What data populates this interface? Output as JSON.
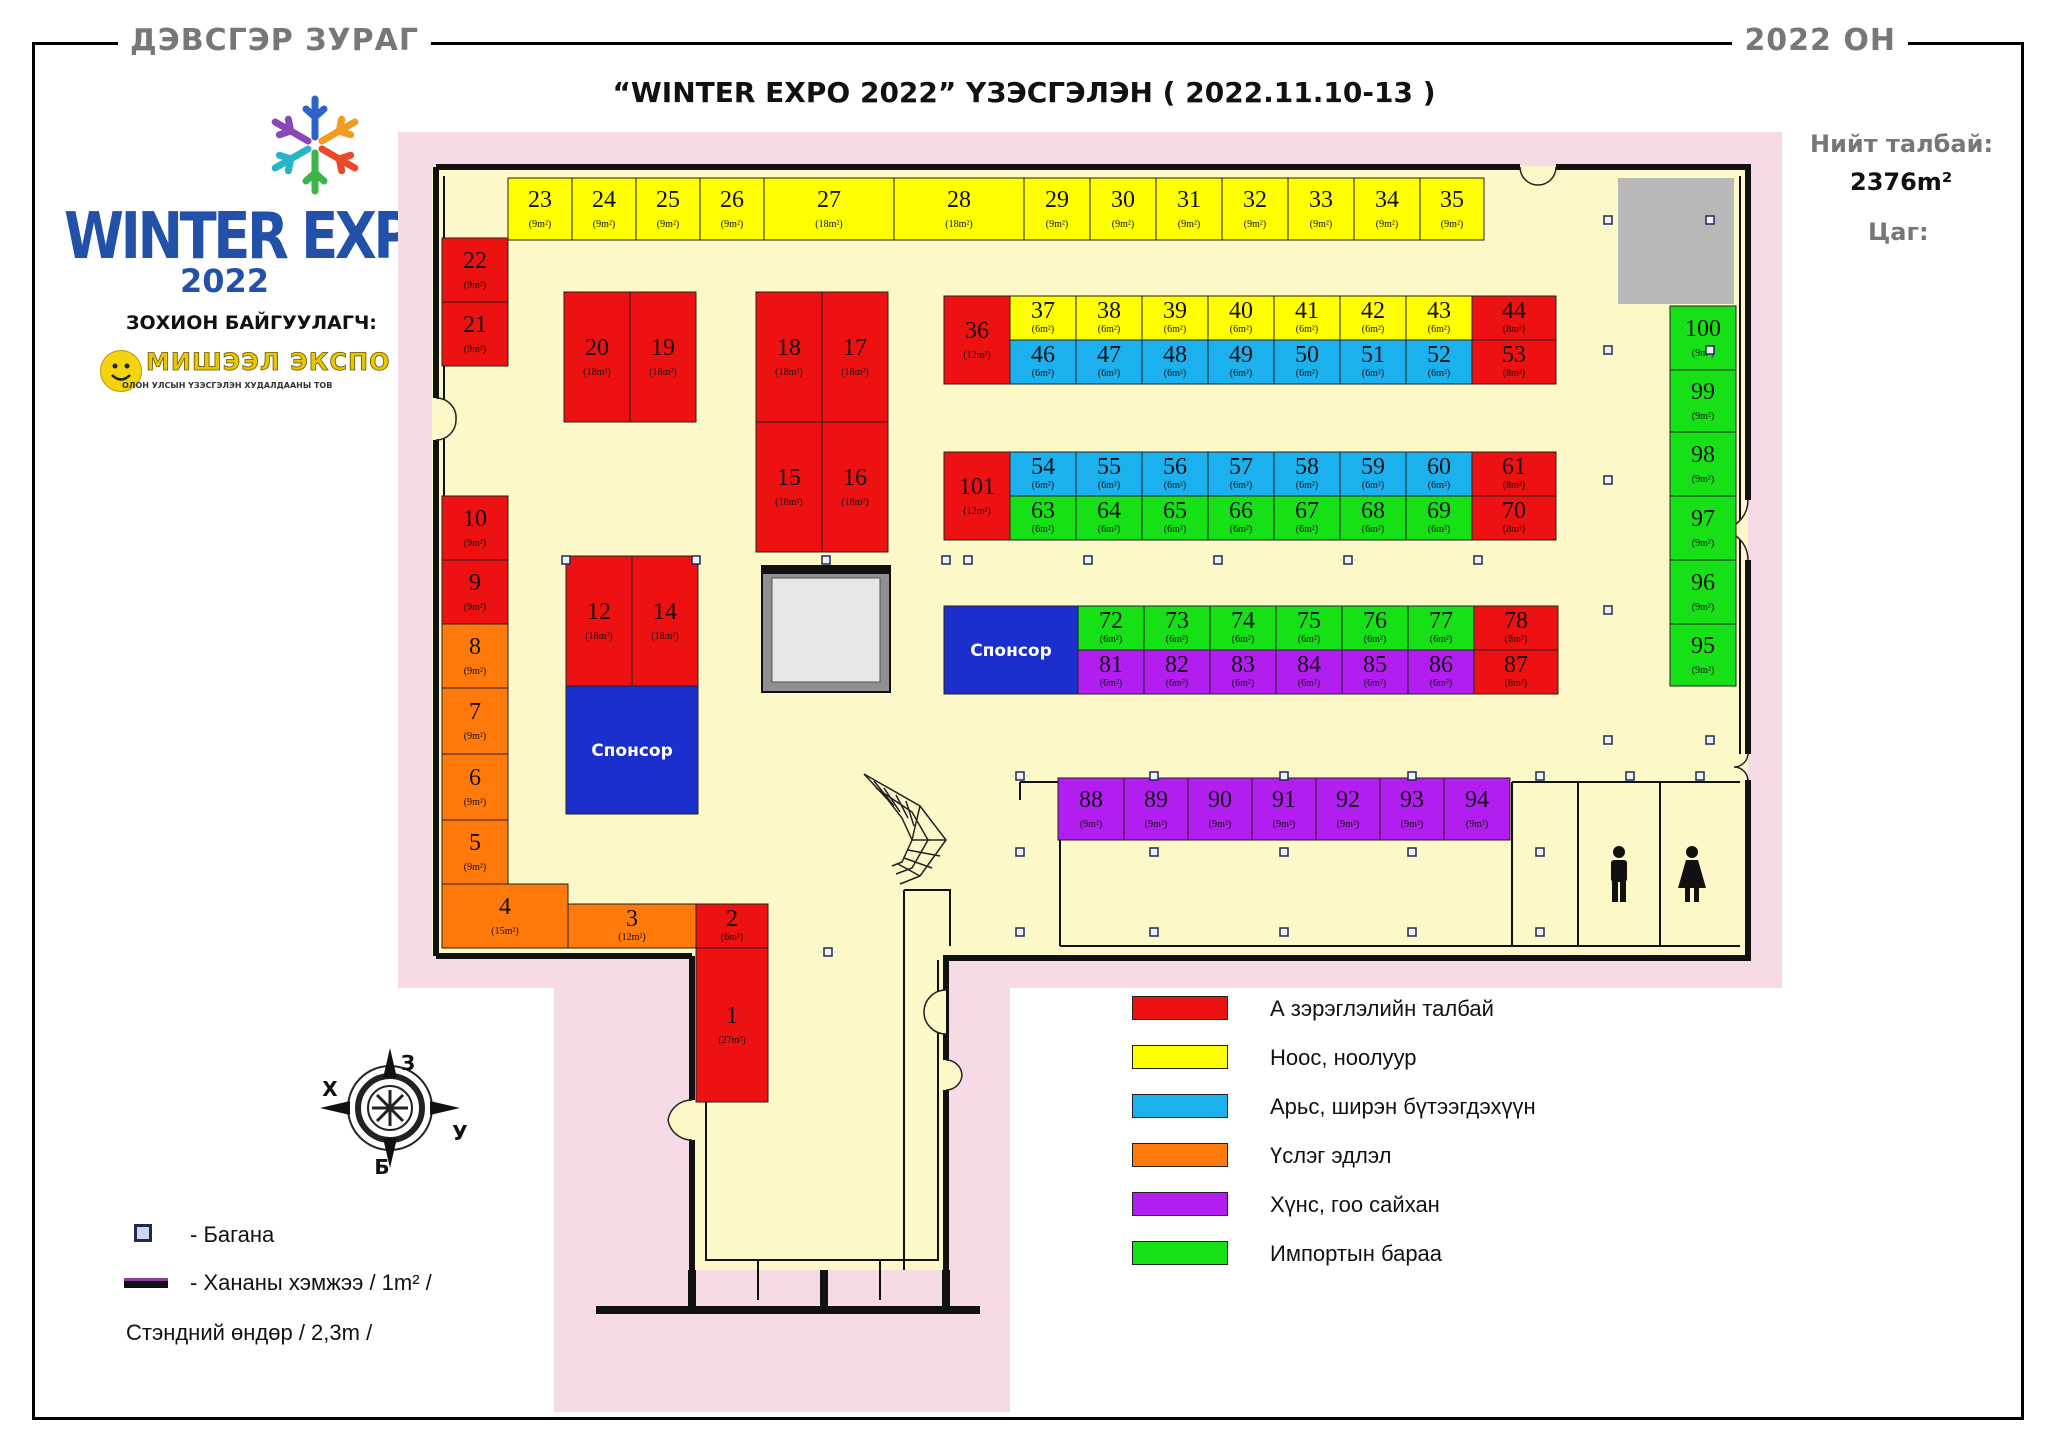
{
  "header": {
    "left_title": "ДЭВСГЭР ЗУРАГ",
    "right_title": "2022 ОН",
    "main_title": "“WINTER EXPO 2022”  ҮЗЭСГЭЛЭН ( 2022.11.10-13 )"
  },
  "logo": {
    "name": "snowflake-logo-icon",
    "word": "WINTER EXPO",
    "year": "2022"
  },
  "organizer": {
    "label": "ЗОХИОН БАЙГУУЛАГЧ:",
    "name": "МИШЭЭЛ ЭКСПО",
    "subtitle": "ОЛОН УЛСЫН ҮЗЭСГЭЛЭН ХУДАЛДААНЫ ТОВ",
    "icon": "smiley-icon"
  },
  "info": {
    "area_label": "Нийт талбай:",
    "area_value": "2376m²",
    "time_label": "Цаг:"
  },
  "categories": {
    "red": {
      "label": "А зэрэглэлийн талбай",
      "color": "#ee1111"
    },
    "yellow": {
      "label": "Ноос, ноолуур",
      "color": "#ffff00"
    },
    "blue": {
      "label": "Арьс, ширэн бүтээгдэхүүн",
      "color": "#1ab1ee"
    },
    "orange": {
      "label": "Үслэг эдлэл",
      "color": "#ff7a0a"
    },
    "purple": {
      "label": "Хүнс, гоо сайхан",
      "color": "#b31ef0"
    },
    "green": {
      "label": "Импортын бараа",
      "color": "#16e016"
    }
  },
  "legend_order": [
    "red",
    "yellow",
    "blue",
    "orange",
    "purple",
    "green"
  ],
  "sponsor_label": "Спонсор",
  "booths": [
    {
      "n": "1",
      "size": "(27m²)",
      "cat": "red"
    },
    {
      "n": "2",
      "size": "(6m²)",
      "cat": "red"
    },
    {
      "n": "3",
      "size": "(12m²)",
      "cat": "orange"
    },
    {
      "n": "4",
      "size": "(15m²)",
      "cat": "orange"
    },
    {
      "n": "5",
      "size": "(9m²)",
      "cat": "orange"
    },
    {
      "n": "6",
      "size": "(9m²)",
      "cat": "orange"
    },
    {
      "n": "7",
      "size": "(9m²)",
      "cat": "orange"
    },
    {
      "n": "8",
      "size": "(9m²)",
      "cat": "orange"
    },
    {
      "n": "9",
      "size": "(9m²)",
      "cat": "red"
    },
    {
      "n": "10",
      "size": "(9m²)",
      "cat": "red"
    },
    {
      "n": "12",
      "size": "(18m²)",
      "cat": "red"
    },
    {
      "n": "14",
      "size": "(18m²)",
      "cat": "red"
    },
    {
      "n": "15",
      "size": "(18m²)",
      "cat": "red"
    },
    {
      "n": "16",
      "size": "(18m²)",
      "cat": "red"
    },
    {
      "n": "17",
      "size": "(18m²)",
      "cat": "red"
    },
    {
      "n": "18",
      "size": "(18m²)",
      "cat": "red"
    },
    {
      "n": "19",
      "size": "(18m²)",
      "cat": "red"
    },
    {
      "n": "20",
      "size": "(18m²)",
      "cat": "red"
    },
    {
      "n": "21",
      "size": "(9m²)",
      "cat": "red"
    },
    {
      "n": "22",
      "size": "(9m²)",
      "cat": "red"
    },
    {
      "n": "23",
      "size": "(9m²)",
      "cat": "yellow"
    },
    {
      "n": "24",
      "size": "(9m²)",
      "cat": "yellow"
    },
    {
      "n": "25",
      "size": "(9m²)",
      "cat": "yellow"
    },
    {
      "n": "26",
      "size": "(9m²)",
      "cat": "yellow"
    },
    {
      "n": "27",
      "size": "(18m²)",
      "cat": "yellow"
    },
    {
      "n": "28",
      "size": "(18m²)",
      "cat": "yellow"
    },
    {
      "n": "29",
      "size": "(9m²)",
      "cat": "yellow"
    },
    {
      "n": "30",
      "size": "(9m²)",
      "cat": "yellow"
    },
    {
      "n": "31",
      "size": "(9m²)",
      "cat": "yellow"
    },
    {
      "n": "32",
      "size": "(9m²)",
      "cat": "yellow"
    },
    {
      "n": "33",
      "size": "(9m²)",
      "cat": "yellow"
    },
    {
      "n": "34",
      "size": "(9m²)",
      "cat": "yellow"
    },
    {
      "n": "35",
      "size": "(9m²)",
      "cat": "yellow"
    },
    {
      "n": "36",
      "size": "(12m²)",
      "cat": "red"
    },
    {
      "n": "37",
      "size": "(6m²)",
      "cat": "yellow"
    },
    {
      "n": "38",
      "size": "(6m²)",
      "cat": "yellow"
    },
    {
      "n": "39",
      "size": "(6m²)",
      "cat": "yellow"
    },
    {
      "n": "40",
      "size": "(6m²)",
      "cat": "yellow"
    },
    {
      "n": "41",
      "size": "(6m²)",
      "cat": "yellow"
    },
    {
      "n": "42",
      "size": "(6m²)",
      "cat": "yellow"
    },
    {
      "n": "43",
      "size": "(6m²)",
      "cat": "yellow"
    },
    {
      "n": "44",
      "size": "(8m²)",
      "cat": "red"
    },
    {
      "n": "46",
      "size": "(6m²)",
      "cat": "blue"
    },
    {
      "n": "47",
      "size": "(6m²)",
      "cat": "blue"
    },
    {
      "n": "48",
      "size": "(6m²)",
      "cat": "blue"
    },
    {
      "n": "49",
      "size": "(6m²)",
      "cat": "blue"
    },
    {
      "n": "50",
      "size": "(6m²)",
      "cat": "blue"
    },
    {
      "n": "51",
      "size": "(6m²)",
      "cat": "blue"
    },
    {
      "n": "52",
      "size": "(6m²)",
      "cat": "blue"
    },
    {
      "n": "53",
      "size": "(8m²)",
      "cat": "red"
    },
    {
      "n": "54",
      "size": "(6m²)",
      "cat": "blue"
    },
    {
      "n": "55",
      "size": "(6m²)",
      "cat": "blue"
    },
    {
      "n": "56",
      "size": "(6m²)",
      "cat": "blue"
    },
    {
      "n": "57",
      "size": "(6m²)",
      "cat": "blue"
    },
    {
      "n": "58",
      "size": "(6m²)",
      "cat": "blue"
    },
    {
      "n": "59",
      "size": "(6m²)",
      "cat": "blue"
    },
    {
      "n": "60",
      "size": "(6m²)",
      "cat": "blue"
    },
    {
      "n": "61",
      "size": "(8m²)",
      "cat": "red"
    },
    {
      "n": "63",
      "size": "(6m²)",
      "cat": "green"
    },
    {
      "n": "64",
      "size": "(6m²)",
      "cat": "green"
    },
    {
      "n": "65",
      "size": "(6m²)",
      "cat": "green"
    },
    {
      "n": "66",
      "size": "(6m²)",
      "cat": "green"
    },
    {
      "n": "67",
      "size": "(6m²)",
      "cat": "green"
    },
    {
      "n": "68",
      "size": "(6m²)",
      "cat": "green"
    },
    {
      "n": "69",
      "size": "(6m²)",
      "cat": "green"
    },
    {
      "n": "70",
      "size": "(8m²)",
      "cat": "red"
    },
    {
      "n": "101",
      "size": "(12m²)",
      "cat": "red"
    },
    {
      "n": "72",
      "size": "(6m²)",
      "cat": "green"
    },
    {
      "n": "73",
      "size": "(6m²)",
      "cat": "green"
    },
    {
      "n": "74",
      "size": "(6m²)",
      "cat": "green"
    },
    {
      "n": "75",
      "size": "(6m²)",
      "cat": "green"
    },
    {
      "n": "76",
      "size": "(6m²)",
      "cat": "green"
    },
    {
      "n": "77",
      "size": "(6m²)",
      "cat": "green"
    },
    {
      "n": "78",
      "size": "(8m²)",
      "cat": "red"
    },
    {
      "n": "81",
      "size": "(6m²)",
      "cat": "purple"
    },
    {
      "n": "82",
      "size": "(6m²)",
      "cat": "purple"
    },
    {
      "n": "83",
      "size": "(6m²)",
      "cat": "purple"
    },
    {
      "n": "84",
      "size": "(6m²)",
      "cat": "purple"
    },
    {
      "n": "85",
      "size": "(6m²)",
      "cat": "purple"
    },
    {
      "n": "86",
      "size": "(6m²)",
      "cat": "purple"
    },
    {
      "n": "87",
      "size": "(8m²)",
      "cat": "red"
    },
    {
      "n": "88",
      "size": "(9m²)",
      "cat": "purple"
    },
    {
      "n": "89",
      "size": "(9m²)",
      "cat": "purple"
    },
    {
      "n": "90",
      "size": "(9m²)",
      "cat": "purple"
    },
    {
      "n": "91",
      "size": "(9m²)",
      "cat": "purple"
    },
    {
      "n": "92",
      "size": "(9m²)",
      "cat": "purple"
    },
    {
      "n": "93",
      "size": "(9m²)",
      "cat": "purple"
    },
    {
      "n": "94",
      "size": "(9m²)",
      "cat": "purple"
    },
    {
      "n": "95",
      "size": "(9m²)",
      "cat": "green"
    },
    {
      "n": "96",
      "size": "(9m²)",
      "cat": "green"
    },
    {
      "n": "97",
      "size": "(9m²)",
      "cat": "green"
    },
    {
      "n": "98",
      "size": "(9m²)",
      "cat": "green"
    },
    {
      "n": "99",
      "size": "(9m²)",
      "cat": "green"
    },
    {
      "n": "100",
      "size": "(9m²)",
      "cat": "green"
    }
  ],
  "compass": {
    "north": "З",
    "west": "Х",
    "east": "У",
    "south": "Б"
  },
  "notes": {
    "column": "- Багана",
    "wall": "- Хананы хэмжээ / 1m² /",
    "stand_height": "Стэндний өндөр / 2,3m /"
  },
  "colors": {
    "floor": "#fdf8c8",
    "outer_zone": "#f6dbe6",
    "sponsor": "#1a2fcc",
    "grey_room": "#b8b8b8"
  },
  "icons": [
    "male-restroom-icon",
    "female-restroom-icon",
    "staircase-icon",
    "compass-icon",
    "column-icon",
    "wall-icon"
  ]
}
